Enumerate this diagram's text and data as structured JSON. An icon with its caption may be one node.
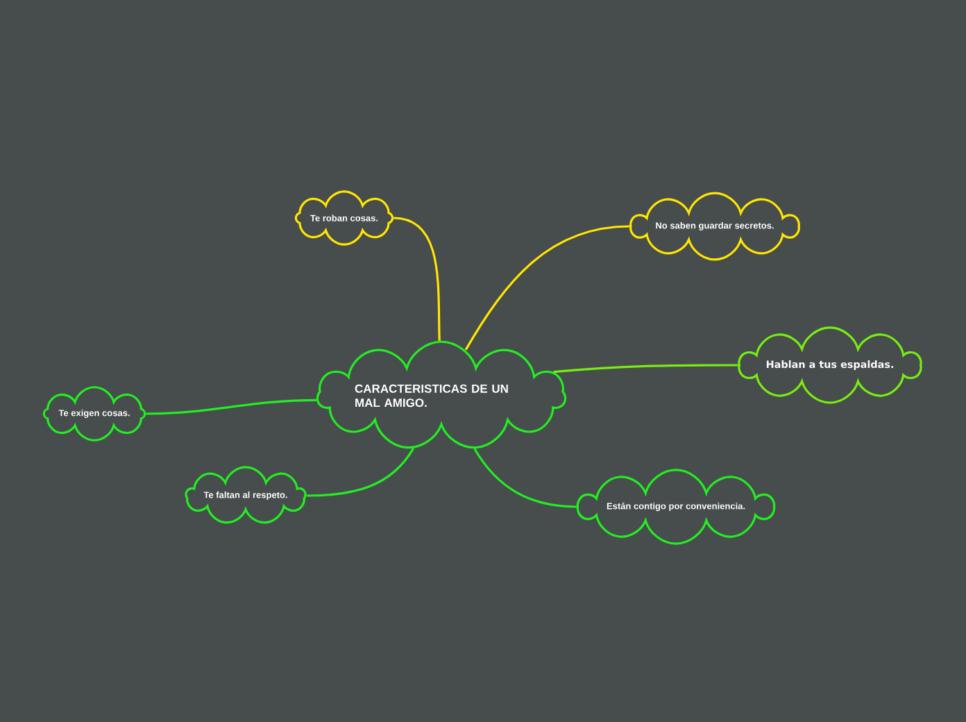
{
  "diagram": {
    "nodes": [
      {
        "text": [
          "CARACTERISTICAS DE UN MAL AMIGO."
        ]
      },
      {
        "text": [
          "Te roban cosas."
        ]
      },
      {
        "text": [
          "No saben guardar secretos."
        ]
      },
      {
        "text": [
          "Hablan a tus espaldas."
        ]
      },
      {
        "text": [
          "Están contigo por conveniencia."
        ]
      },
      {
        "text": [
          "Te faltan al respeto."
        ]
      },
      {
        "text": [
          "Te exigen cosas."
        ]
      }
    ],
    "edges": [
      {
        "from": 0,
        "to": 1,
        "arrow": "none",
        "color": "#ffe600"
      },
      {
        "from": 0,
        "to": 2,
        "arrow": "none",
        "color": "#ffe600"
      },
      {
        "from": 0,
        "to": 3,
        "arrow": "none",
        "color": "#77ee11"
      },
      {
        "from": 0,
        "to": 4,
        "arrow": "none"
      },
      {
        "from": 0,
        "to": 5,
        "arrow": "none"
      },
      {
        "from": 0,
        "to": 6,
        "arrow": "none"
      }
    ]
  }
}
